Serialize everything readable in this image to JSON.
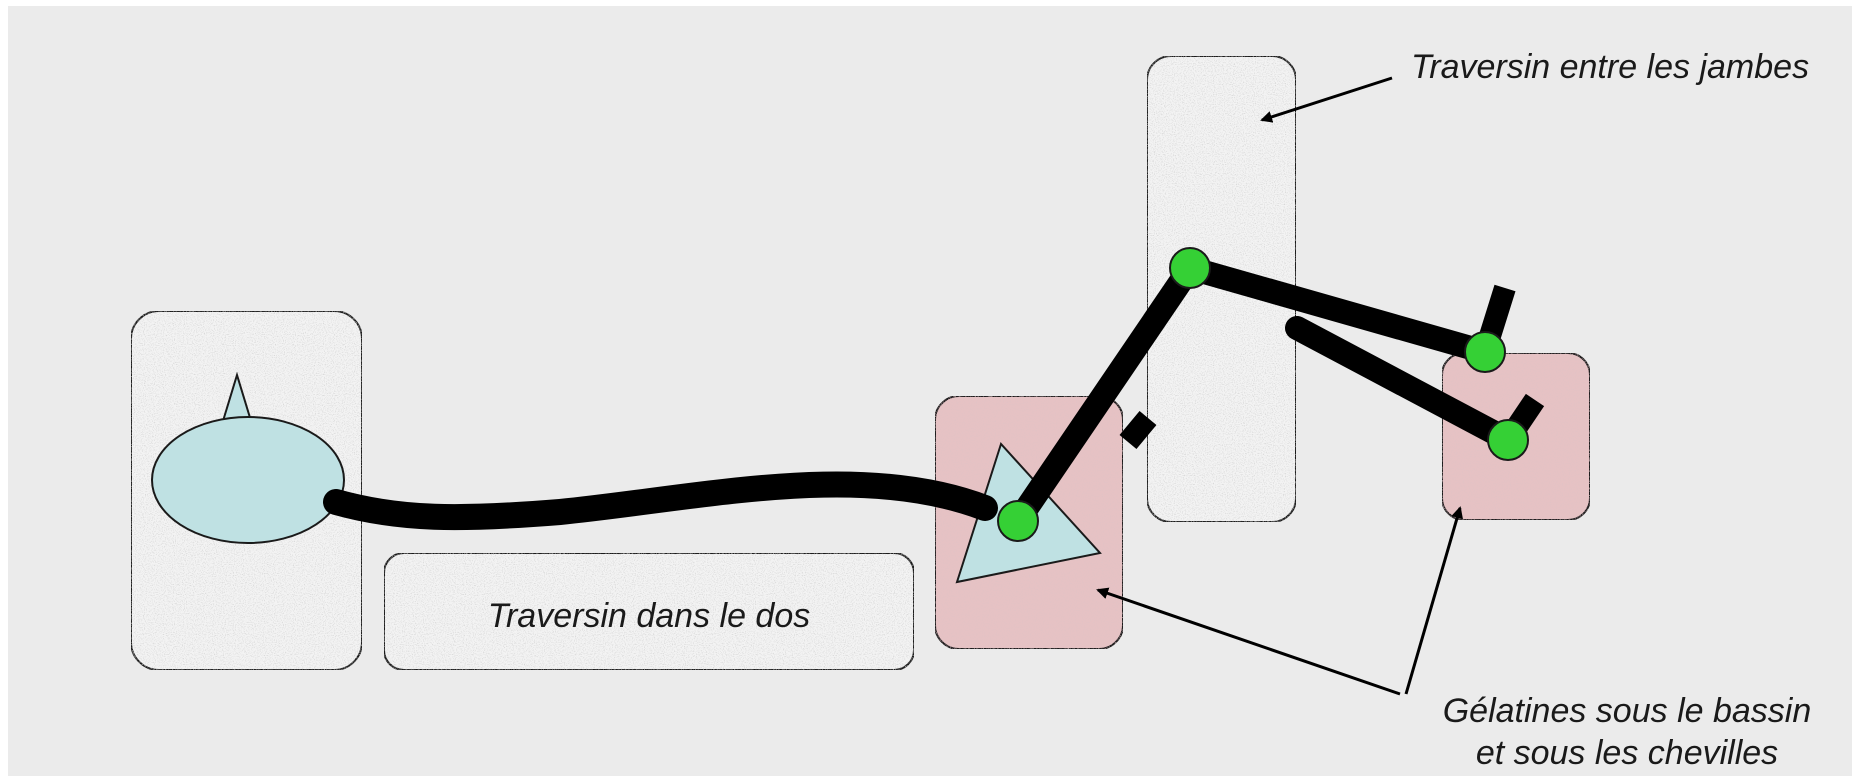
{
  "labels": {
    "traversin_jambes": "Traversin entre les jambes",
    "traversin_dos": "Traversin dans le dos",
    "gelatines_line1": "Gélatines sous le bassin",
    "gelatines_line2": "et sous les chevilles"
  },
  "colors": {
    "background": "#ebebeb",
    "cushion_fill": "#f3f3f3",
    "gel_fill": "#e6c2c4",
    "body_fill": "#bfe1e3",
    "joint_fill": "#35d035",
    "limb": "#000000"
  }
}
